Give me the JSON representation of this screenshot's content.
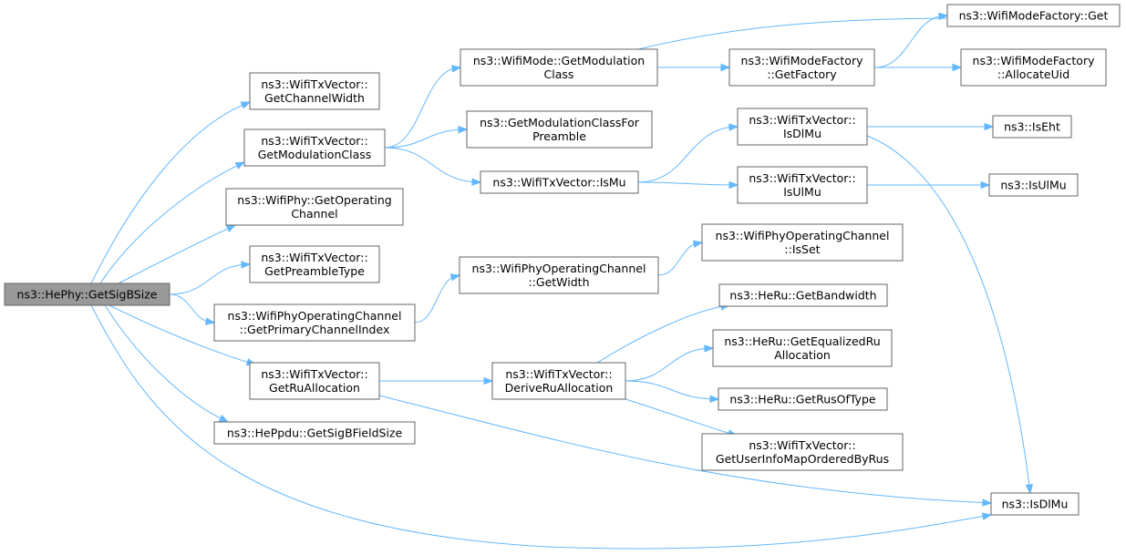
{
  "nodes": {
    "root": [
      "ns3::HePhy::GetSigBSize"
    ],
    "chanwidth": [
      "ns3::WifiTxVector::",
      "GetChannelWidth"
    ],
    "modclass": [
      "ns3::WifiTxVector::",
      "GetModulationClass"
    ],
    "opchan": [
      "ns3::WifiPhy::GetOperating",
      "Channel"
    ],
    "preamble": [
      "ns3::WifiTxVector::",
      "GetPreambleType"
    ],
    "primidx": [
      "ns3::WifiPhyOperatingChannel",
      "::GetPrimaryChannelIndex"
    ],
    "ruallocation": [
      "ns3::WifiTxVector::",
      "GetRuAllocation"
    ],
    "sigbfield": [
      "ns3::HePpdu::GetSigBFieldSize"
    ],
    "modemodclass": [
      "ns3::WifiMode::GetModulation",
      "Class"
    ],
    "modclassforpre": [
      "ns3::GetModulationClassFor",
      "Preamble"
    ],
    "ismu": [
      "ns3::WifiTxVector::IsMu"
    ],
    "getwidth": [
      "ns3::WifiPhyOperatingChannel",
      "::GetWidth"
    ],
    "derive": [
      "ns3::WifiTxVector::",
      "DeriveRuAllocation"
    ],
    "factoryget": [
      "ns3::WifiModeFactory::Get"
    ],
    "getfactory": [
      "ns3::WifiModeFactory",
      "::GetFactory"
    ],
    "allocuid": [
      "ns3::WifiModeFactory",
      "::AllocateUid"
    ],
    "txisdlmu": [
      "ns3::WifiTxVector::",
      "IsDlMu"
    ],
    "isulmu_tx": [
      "ns3::WifiTxVector::",
      "IsUlMu"
    ],
    "iseht": [
      "ns3::IsEht"
    ],
    "isulmu": [
      "ns3::IsUlMu"
    ],
    "isset": [
      "ns3::WifiPhyOperatingChannel",
      "::IsSet"
    ],
    "bandwidth": [
      "ns3::HeRu::GetBandwidth"
    ],
    "equalized": [
      "ns3::HeRu::GetEqualizedRu",
      "Allocation"
    ],
    "rusoftype": [
      "ns3::HeRu::GetRusOfType"
    ],
    "userinfo": [
      "ns3::WifiTxVector::",
      "GetUserInfoMapOrderedByRus"
    ],
    "isdlmu": [
      "ns3::IsDlMu"
    ]
  },
  "edges": [
    [
      "root",
      "chanwidth"
    ],
    [
      "root",
      "modclass"
    ],
    [
      "root",
      "opchan"
    ],
    [
      "root",
      "preamble"
    ],
    [
      "root",
      "primidx"
    ],
    [
      "root",
      "ruallocation"
    ],
    [
      "root",
      "sigbfield"
    ],
    [
      "root",
      "isdlmu"
    ],
    [
      "modclass",
      "modemodclass"
    ],
    [
      "modclass",
      "modclassforpre"
    ],
    [
      "modclass",
      "ismu"
    ],
    [
      "modemodclass",
      "factoryget"
    ],
    [
      "modemodclass",
      "getfactory"
    ],
    [
      "getfactory",
      "factoryget"
    ],
    [
      "getfactory",
      "allocuid"
    ],
    [
      "ismu",
      "txisdlmu"
    ],
    [
      "ismu",
      "isulmu_tx"
    ],
    [
      "txisdlmu",
      "iseht"
    ],
    [
      "txisdlmu",
      "isdlmu"
    ],
    [
      "isulmu_tx",
      "isulmu"
    ],
    [
      "primidx",
      "getwidth"
    ],
    [
      "getwidth",
      "isset"
    ],
    [
      "ruallocation",
      "derive"
    ],
    [
      "ruallocation",
      "isdlmu"
    ],
    [
      "derive",
      "bandwidth"
    ],
    [
      "derive",
      "equalized"
    ],
    [
      "derive",
      "rusoftype"
    ],
    [
      "derive",
      "userinfo"
    ]
  ]
}
